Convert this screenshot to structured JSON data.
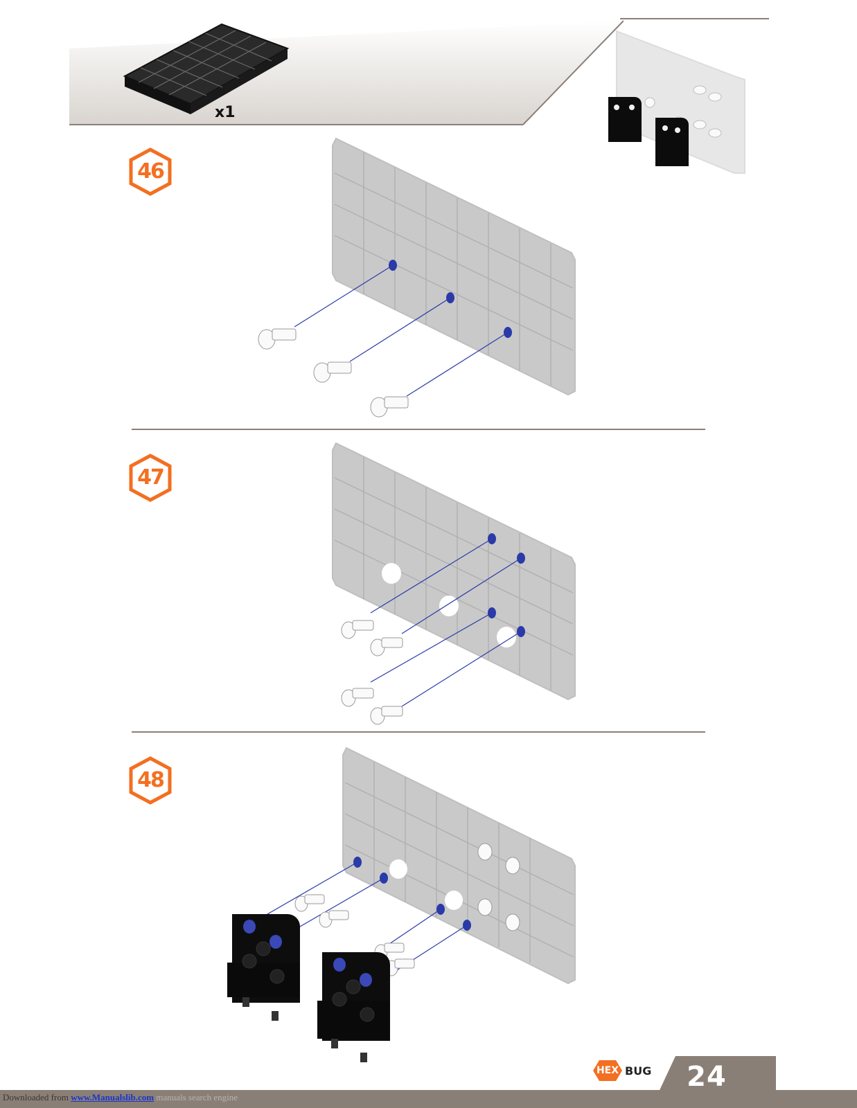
{
  "parts": {
    "quantity": "x1",
    "part": "grid-plate"
  },
  "steps": [
    {
      "number": "46",
      "pins": 3
    },
    {
      "number": "47",
      "pins": 4
    },
    {
      "number": "48",
      "brackets": 2
    }
  ],
  "footer": {
    "brand_prefix": "HEX",
    "brand_suffix": "BUG",
    "page_number": "24",
    "watermark_prefix": "Downloaded from ",
    "watermark_link": "www.Manualslib.com",
    "watermark_suffix": " manuals search engine"
  },
  "colors": {
    "accent": "#f36f21",
    "divider": "#8a7f77",
    "plate": "#c8c8c8",
    "pin_line": "#2a3aa8"
  }
}
